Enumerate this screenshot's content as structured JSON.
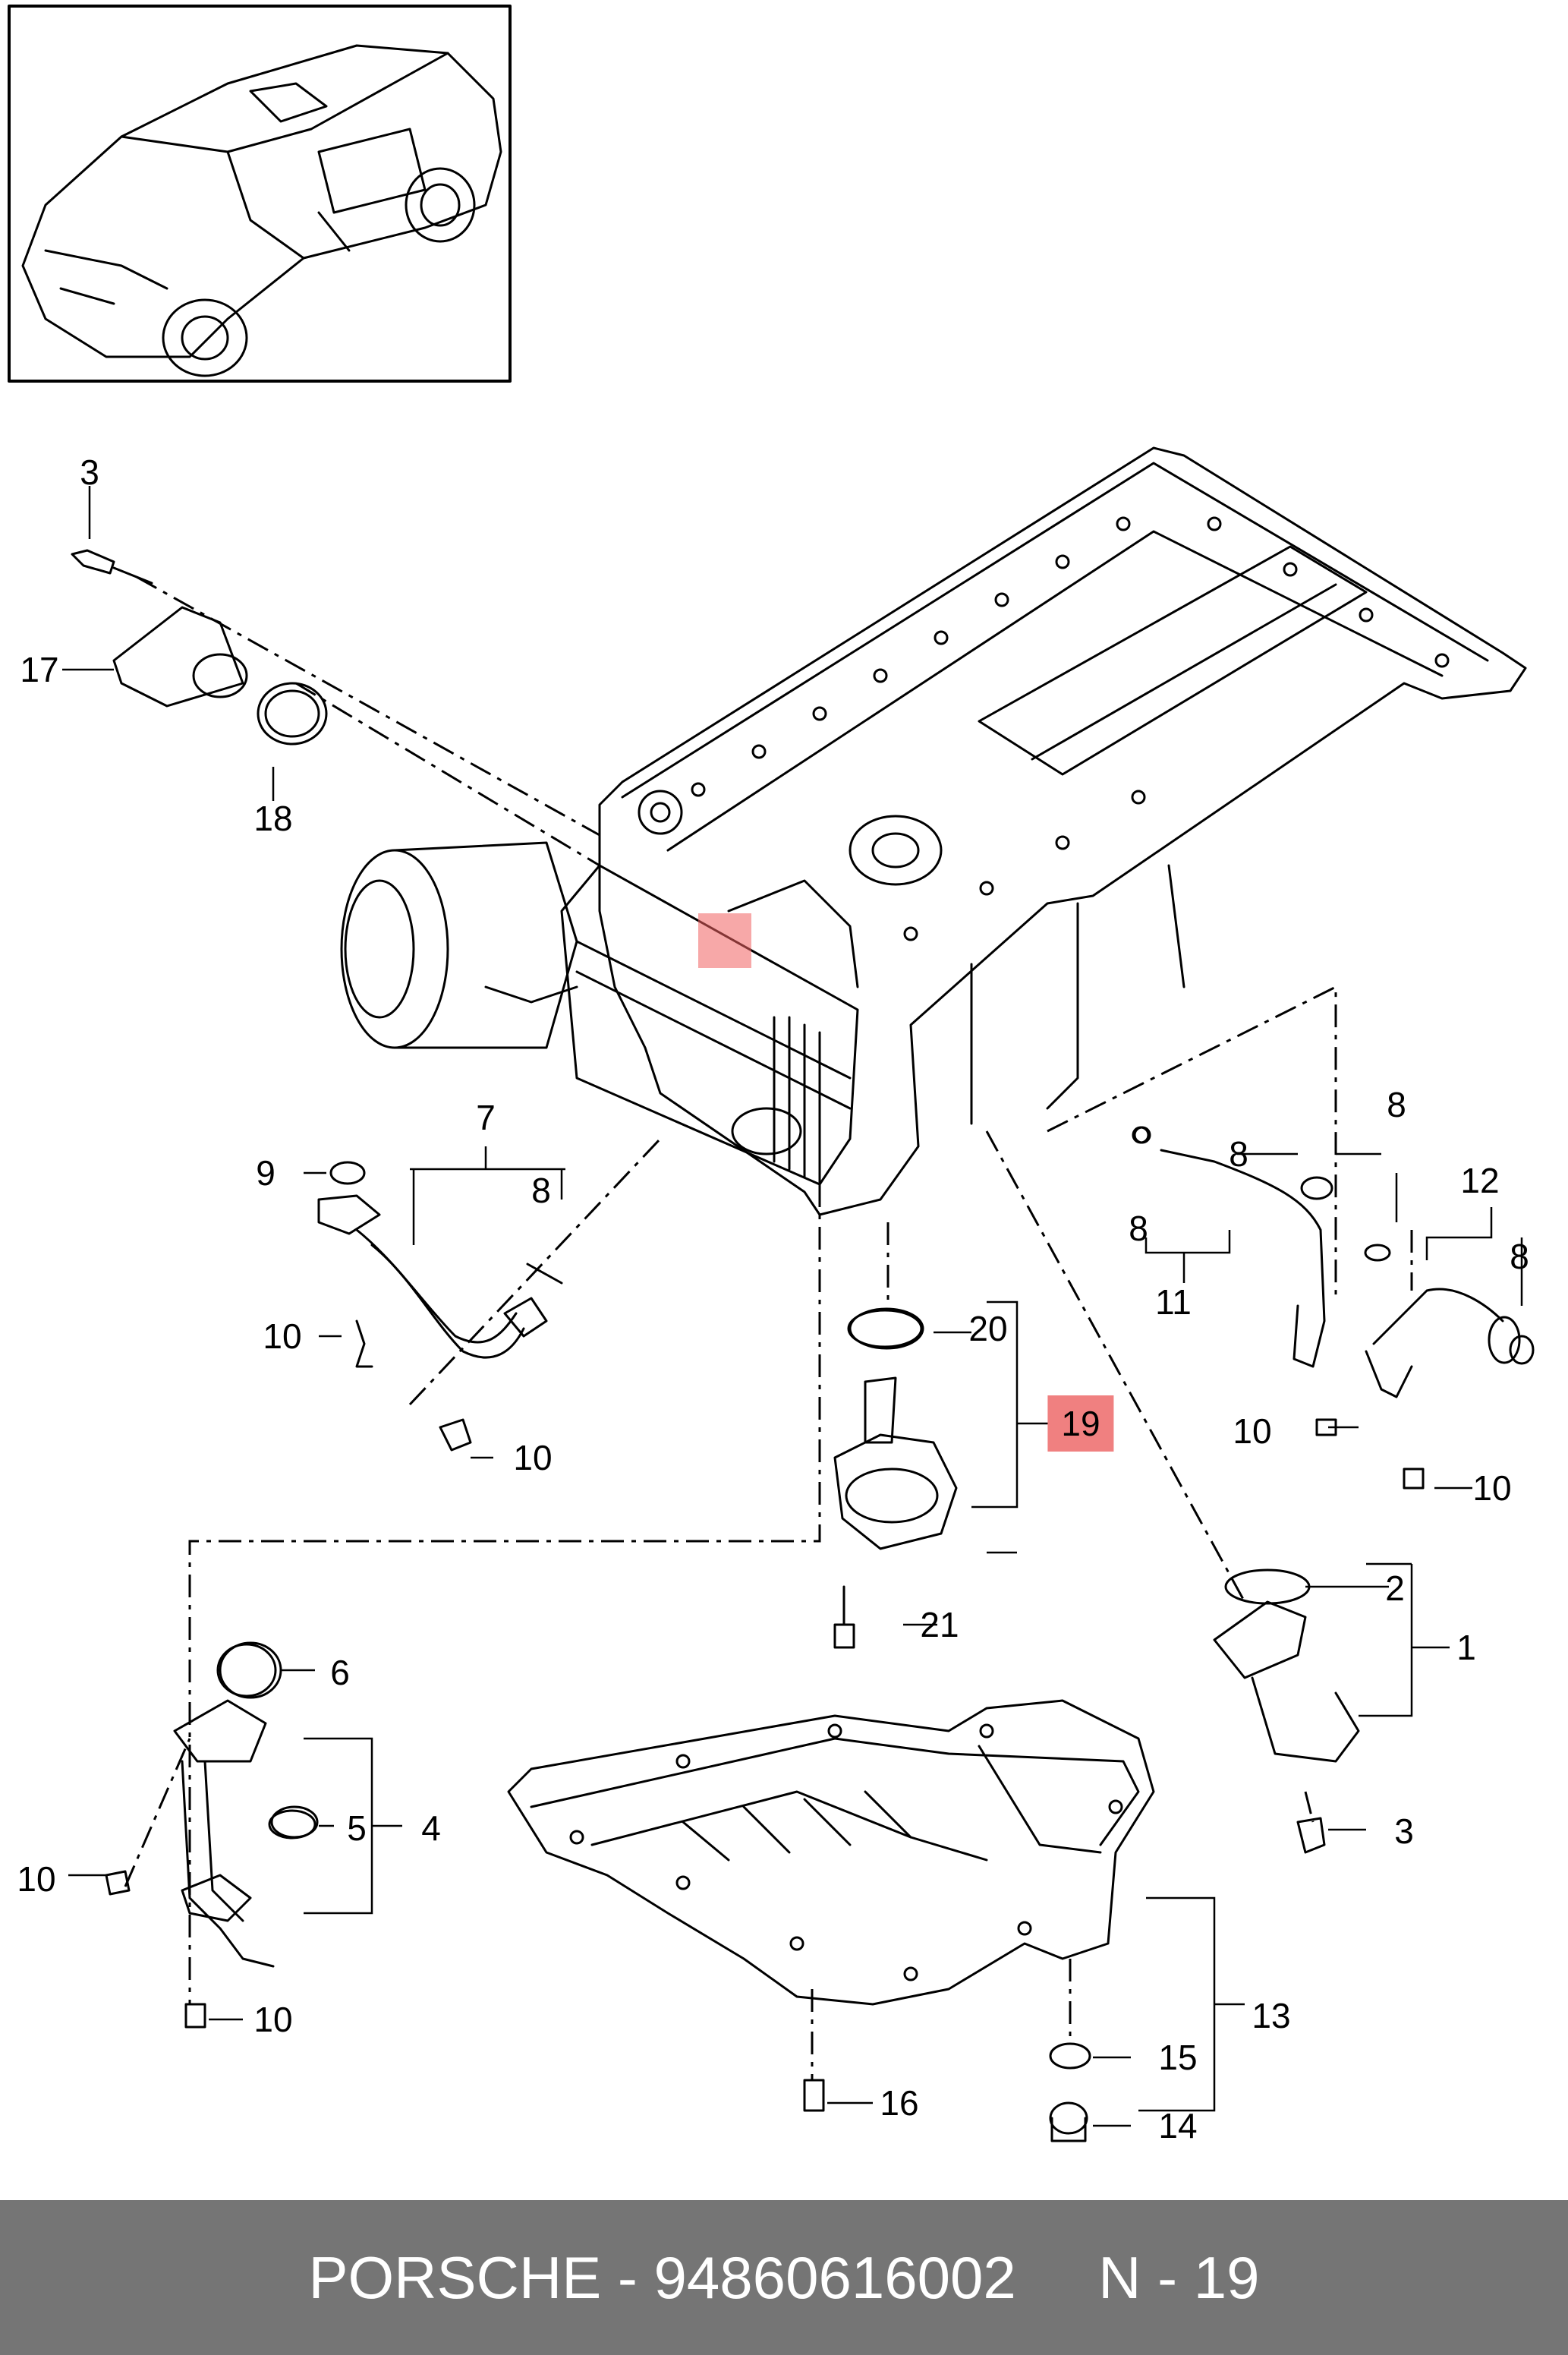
{
  "footer": {
    "brand": "PORSCHE",
    "sep1": " - ",
    "part_number": "94860616002",
    "gap": "     ",
    "section": "N - 19"
  },
  "callouts": [
    {
      "id": "3a",
      "text": "3"
    },
    {
      "id": "17",
      "text": "17"
    },
    {
      "id": "18",
      "text": "18"
    },
    {
      "id": "7",
      "text": "7"
    },
    {
      "id": "9",
      "text": "9"
    },
    {
      "id": "8a",
      "text": "8"
    },
    {
      "id": "10a",
      "text": "10"
    },
    {
      "id": "10b",
      "text": "10"
    },
    {
      "id": "20",
      "text": "20"
    },
    {
      "id": "19",
      "text": "19",
      "highlight": true
    },
    {
      "id": "21",
      "text": "21"
    },
    {
      "id": "8b",
      "text": "8"
    },
    {
      "id": "8c",
      "text": "8"
    },
    {
      "id": "8d",
      "text": "8"
    },
    {
      "id": "11",
      "text": "11"
    },
    {
      "id": "12",
      "text": "12"
    },
    {
      "id": "8e",
      "text": "8"
    },
    {
      "id": "10c",
      "text": "10"
    },
    {
      "id": "10d",
      "text": "10"
    },
    {
      "id": "2",
      "text": "2"
    },
    {
      "id": "1",
      "text": "1"
    },
    {
      "id": "3b",
      "text": "3"
    },
    {
      "id": "6",
      "text": "6"
    },
    {
      "id": "5",
      "text": "5"
    },
    {
      "id": "4",
      "text": "4"
    },
    {
      "id": "10e",
      "text": "10"
    },
    {
      "id": "10f",
      "text": "10"
    },
    {
      "id": "13",
      "text": "13"
    },
    {
      "id": "15",
      "text": "15"
    },
    {
      "id": "16",
      "text": "16"
    },
    {
      "id": "14",
      "text": "14"
    }
  ],
  "colors": {
    "line": "#000000",
    "highlight": "#f08080",
    "footer_bg": "#757575",
    "footer_text": "#ffffff"
  }
}
